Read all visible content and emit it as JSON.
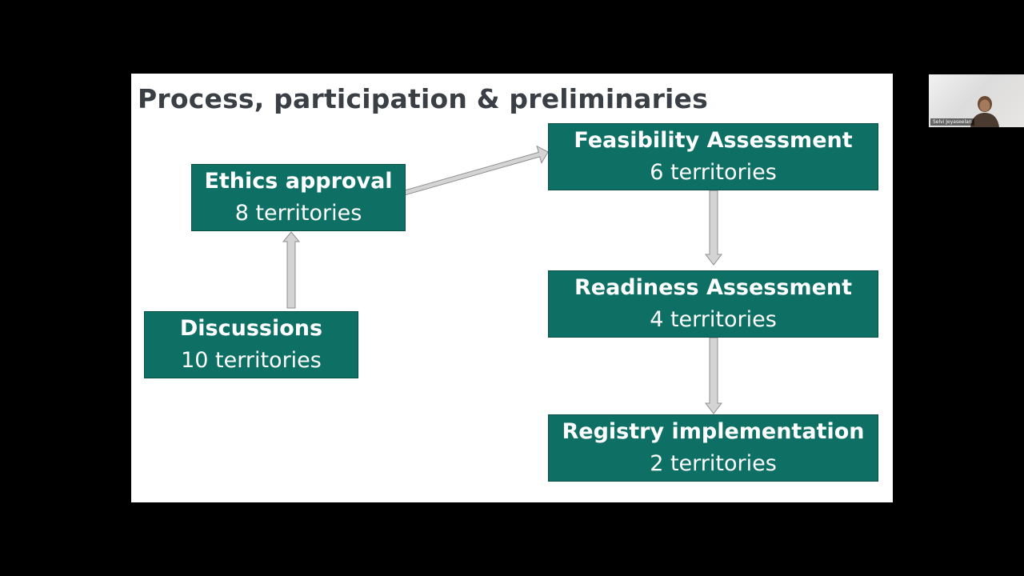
{
  "slide": {
    "title": "Process, participation & preliminaries",
    "colors": {
      "box_fill": "#0e6f64",
      "box_text": "#ffffff",
      "title_text": "#3a3f45",
      "arrow_fill": "#d4d4d4"
    },
    "steps": [
      {
        "title": "Discussions",
        "count": "10 territories"
      },
      {
        "title": "Ethics approval",
        "count": "8 territories"
      },
      {
        "title": "Feasibility Assessment",
        "count": "6 territories"
      },
      {
        "title": "Readiness Assessment",
        "count": "4 territories"
      },
      {
        "title": "Registry implementation",
        "count": "2 territories"
      }
    ]
  },
  "video": {
    "participant_name": "Selvi Jeyaseelan"
  }
}
